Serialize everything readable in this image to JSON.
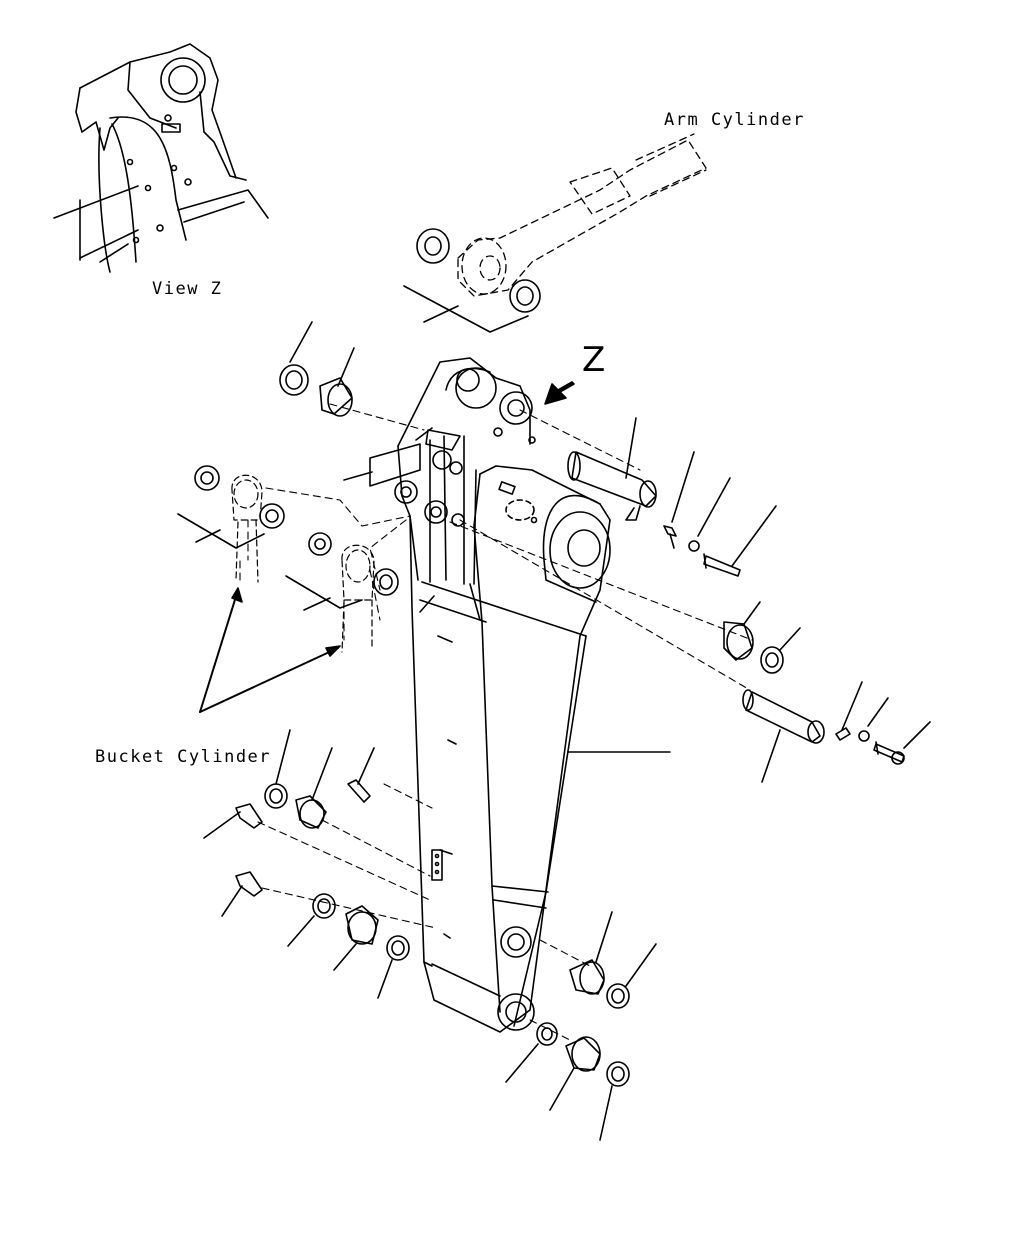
{
  "labels": {
    "arm_cylinder": "Arm Cylinder",
    "view_z": "View Z",
    "z_marker": "Z",
    "bucket_cylinder": "Bucket Cylinder"
  },
  "colors": {
    "line": "#000000",
    "background": "#ffffff"
  }
}
